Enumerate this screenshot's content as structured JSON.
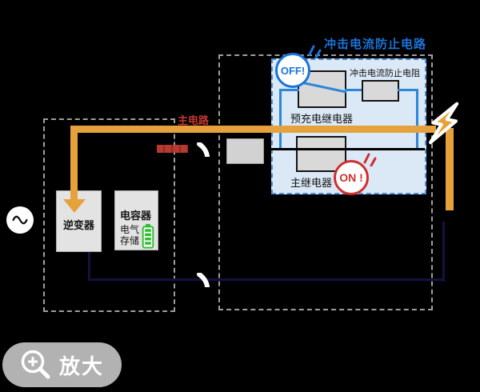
{
  "diagram": {
    "title": "冲击电流防止电路",
    "main_circuit_label": "主电路",
    "resistor_label": "冲击电流防止电阻",
    "precharge_relay_label": "预充电继电器",
    "main_relay_label": "主继电器",
    "off_badge": "OFF!",
    "on_badge": "ON !",
    "inverter_label": "逆变器",
    "capacitor_title": "电容器",
    "capacitor_storage_line1": "电气",
    "capacitor_storage_line2": "存储"
  },
  "controls": {
    "zoom_button_label": "放大"
  },
  "icons": {
    "ac_source": "sine-wave-source-icon",
    "lightning": "inrush-current-bolt-icon",
    "battery": "battery-level-icon",
    "magnifier": "zoom-in-magnifier-icon",
    "wire_break": "wire-break-slash-icon",
    "blocked_mark": "red-blocked-mark",
    "off_emphasis": "blue-emphasis-strokes",
    "on_emphasis": "red-emphasis-strokes"
  },
  "colors": {
    "background": "#000000",
    "accent_orange": "#e5a23c",
    "accent_blue": "#1a73d9",
    "circuit_blue": "#2e86d8",
    "panel_blue_fill": "#dbe8f6",
    "panel_blue_border": "#4a90d9",
    "alert_red": "#c5372d",
    "on_red": "#cf2f2f",
    "navy_wire": "#12123f",
    "battery_green": "#2fbe2f",
    "dashed_gray": "#9e9e9e",
    "box_gray": "#d9d9d9",
    "pill_gray": "#b2b2b2"
  }
}
